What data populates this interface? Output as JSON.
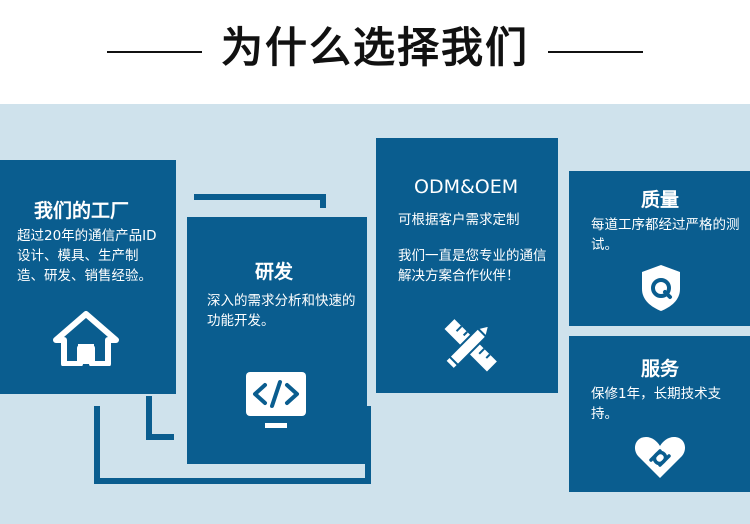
{
  "header": {
    "title": "为什么选择我们"
  },
  "cards": {
    "factory": {
      "title": "我们的工厂",
      "desc": "超过20年的通信产品ID设计、模具、生产制造、研发、销售经验。",
      "icon": "house-icon"
    },
    "rnd": {
      "title": "研发",
      "desc": "深入的需求分析和快速的功能开发。",
      "icon": "code-monitor-icon"
    },
    "odm": {
      "title": "ODM&OEM",
      "desc1": "可根据客户需求定制",
      "desc2": "我们一直是您专业的通信解决方案合作伙伴！",
      "icon": "ruler-pencil-icon"
    },
    "quality": {
      "title": "质量",
      "desc": "每道工序都经过严格的测试。",
      "icon": "shield-q-icon"
    },
    "service": {
      "title": "服务",
      "desc": "保修1年，长期技术支持。",
      "icon": "heart-link-icon"
    }
  },
  "colors": {
    "card": "#0a5d8f",
    "background": "#cfe2ec",
    "title": "#111111"
  }
}
